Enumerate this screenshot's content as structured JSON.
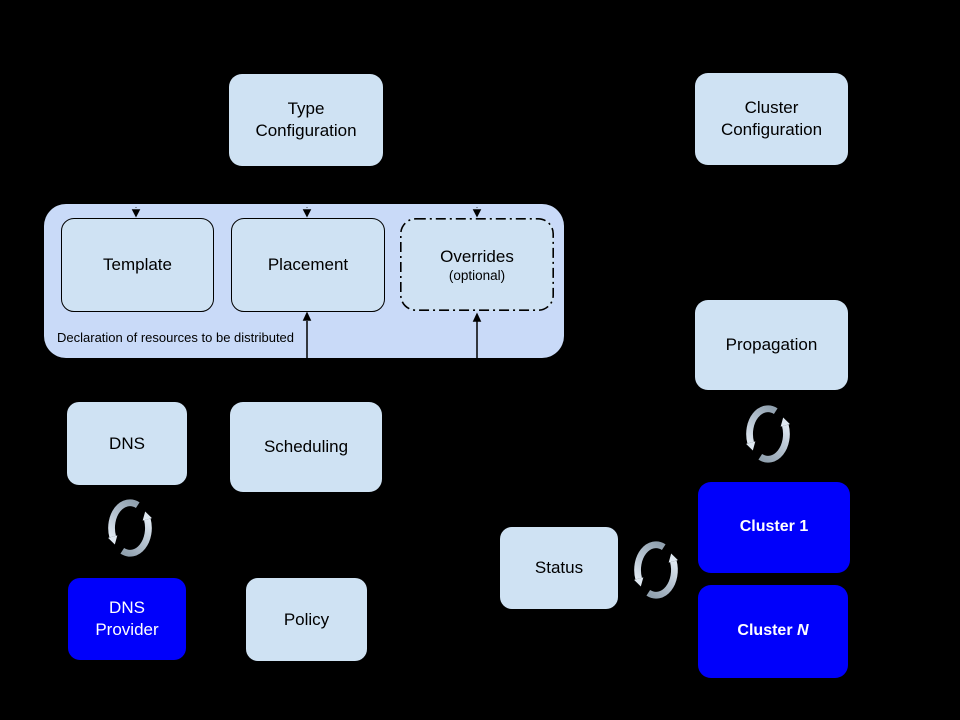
{
  "diagram": {
    "background": "#000000",
    "nodes": {
      "type_config": {
        "line1": "Type",
        "line2": "Configuration"
      },
      "cluster_config": {
        "line1": "Cluster",
        "line2": "Configuration"
      },
      "template": {
        "label": "Template"
      },
      "placement": {
        "label": "Placement"
      },
      "overrides": {
        "label": "Overrides",
        "sublabel": "(optional)"
      },
      "declaration": {
        "caption": "Declaration of resources to be distributed"
      },
      "dns": {
        "label": "DNS"
      },
      "scheduling": {
        "label": "Scheduling"
      },
      "dns_provider": {
        "line1": "DNS",
        "line2": "Provider"
      },
      "policy": {
        "label": "Policy"
      },
      "propagation": {
        "label": "Propagation"
      },
      "cluster_1": {
        "prefix": "Cluster",
        "suffix": "1"
      },
      "cluster_n": {
        "prefix": "Cluster",
        "suffix": "N"
      },
      "status": {
        "label": "Status"
      }
    },
    "icons": {
      "sync": "sync-cycle-arrows"
    },
    "colors": {
      "light_box_fill": "#cfe2f3",
      "container_fill": "#c9daf8",
      "accent_blue": "#0000fb",
      "line_black": "#000000",
      "sync_arrow_light": "#dfe8f1",
      "sync_arrow_dark": "#91a1af",
      "text_dark": "#000000",
      "text_light": "#ffffff"
    }
  }
}
